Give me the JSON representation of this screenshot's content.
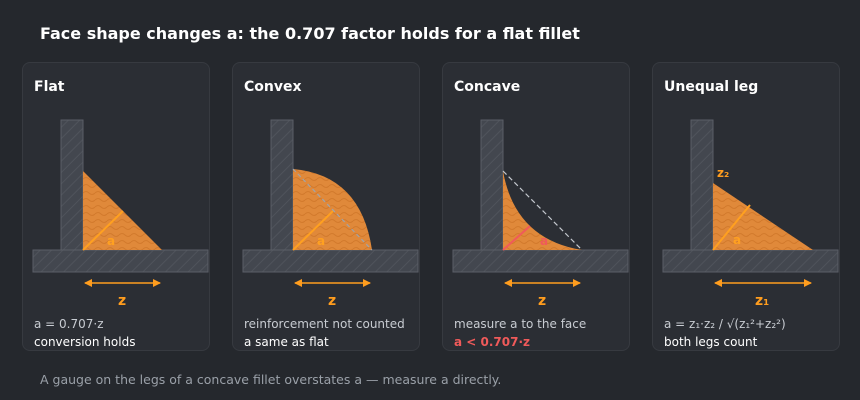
{
  "title": "Face shape changes a: the 0.707 factor holds for a flat fillet",
  "colors": {
    "weld": "#e0893a",
    "throat": "#ffa020",
    "dimension": "#ff9d1e",
    "warning": "#f05a5a",
    "steel": "#43474f"
  },
  "cards": [
    {
      "title": "Flat",
      "throat_label": "a",
      "dim_label": "z",
      "caption1": "a = 0.707·z",
      "caption2": "conversion holds"
    },
    {
      "title": "Convex",
      "throat_label": "a",
      "dim_label": "z",
      "caption1": "reinforcement not counted",
      "caption2": "a same as flat"
    },
    {
      "title": "Concave",
      "throat_label": "a",
      "dim_label": "z",
      "caption1": "measure a to the face",
      "caption2": "a < 0.707·z"
    },
    {
      "title": "Unequal leg",
      "throat_label": "a",
      "leg_label": "z₂",
      "dim_label": "z₁",
      "caption1": "a = z₁·z₂ / √(z₁²+z₂²)",
      "caption2": "both legs count"
    }
  ],
  "footer": "A gauge on the legs of a concave fillet overstates a — measure a directly."
}
